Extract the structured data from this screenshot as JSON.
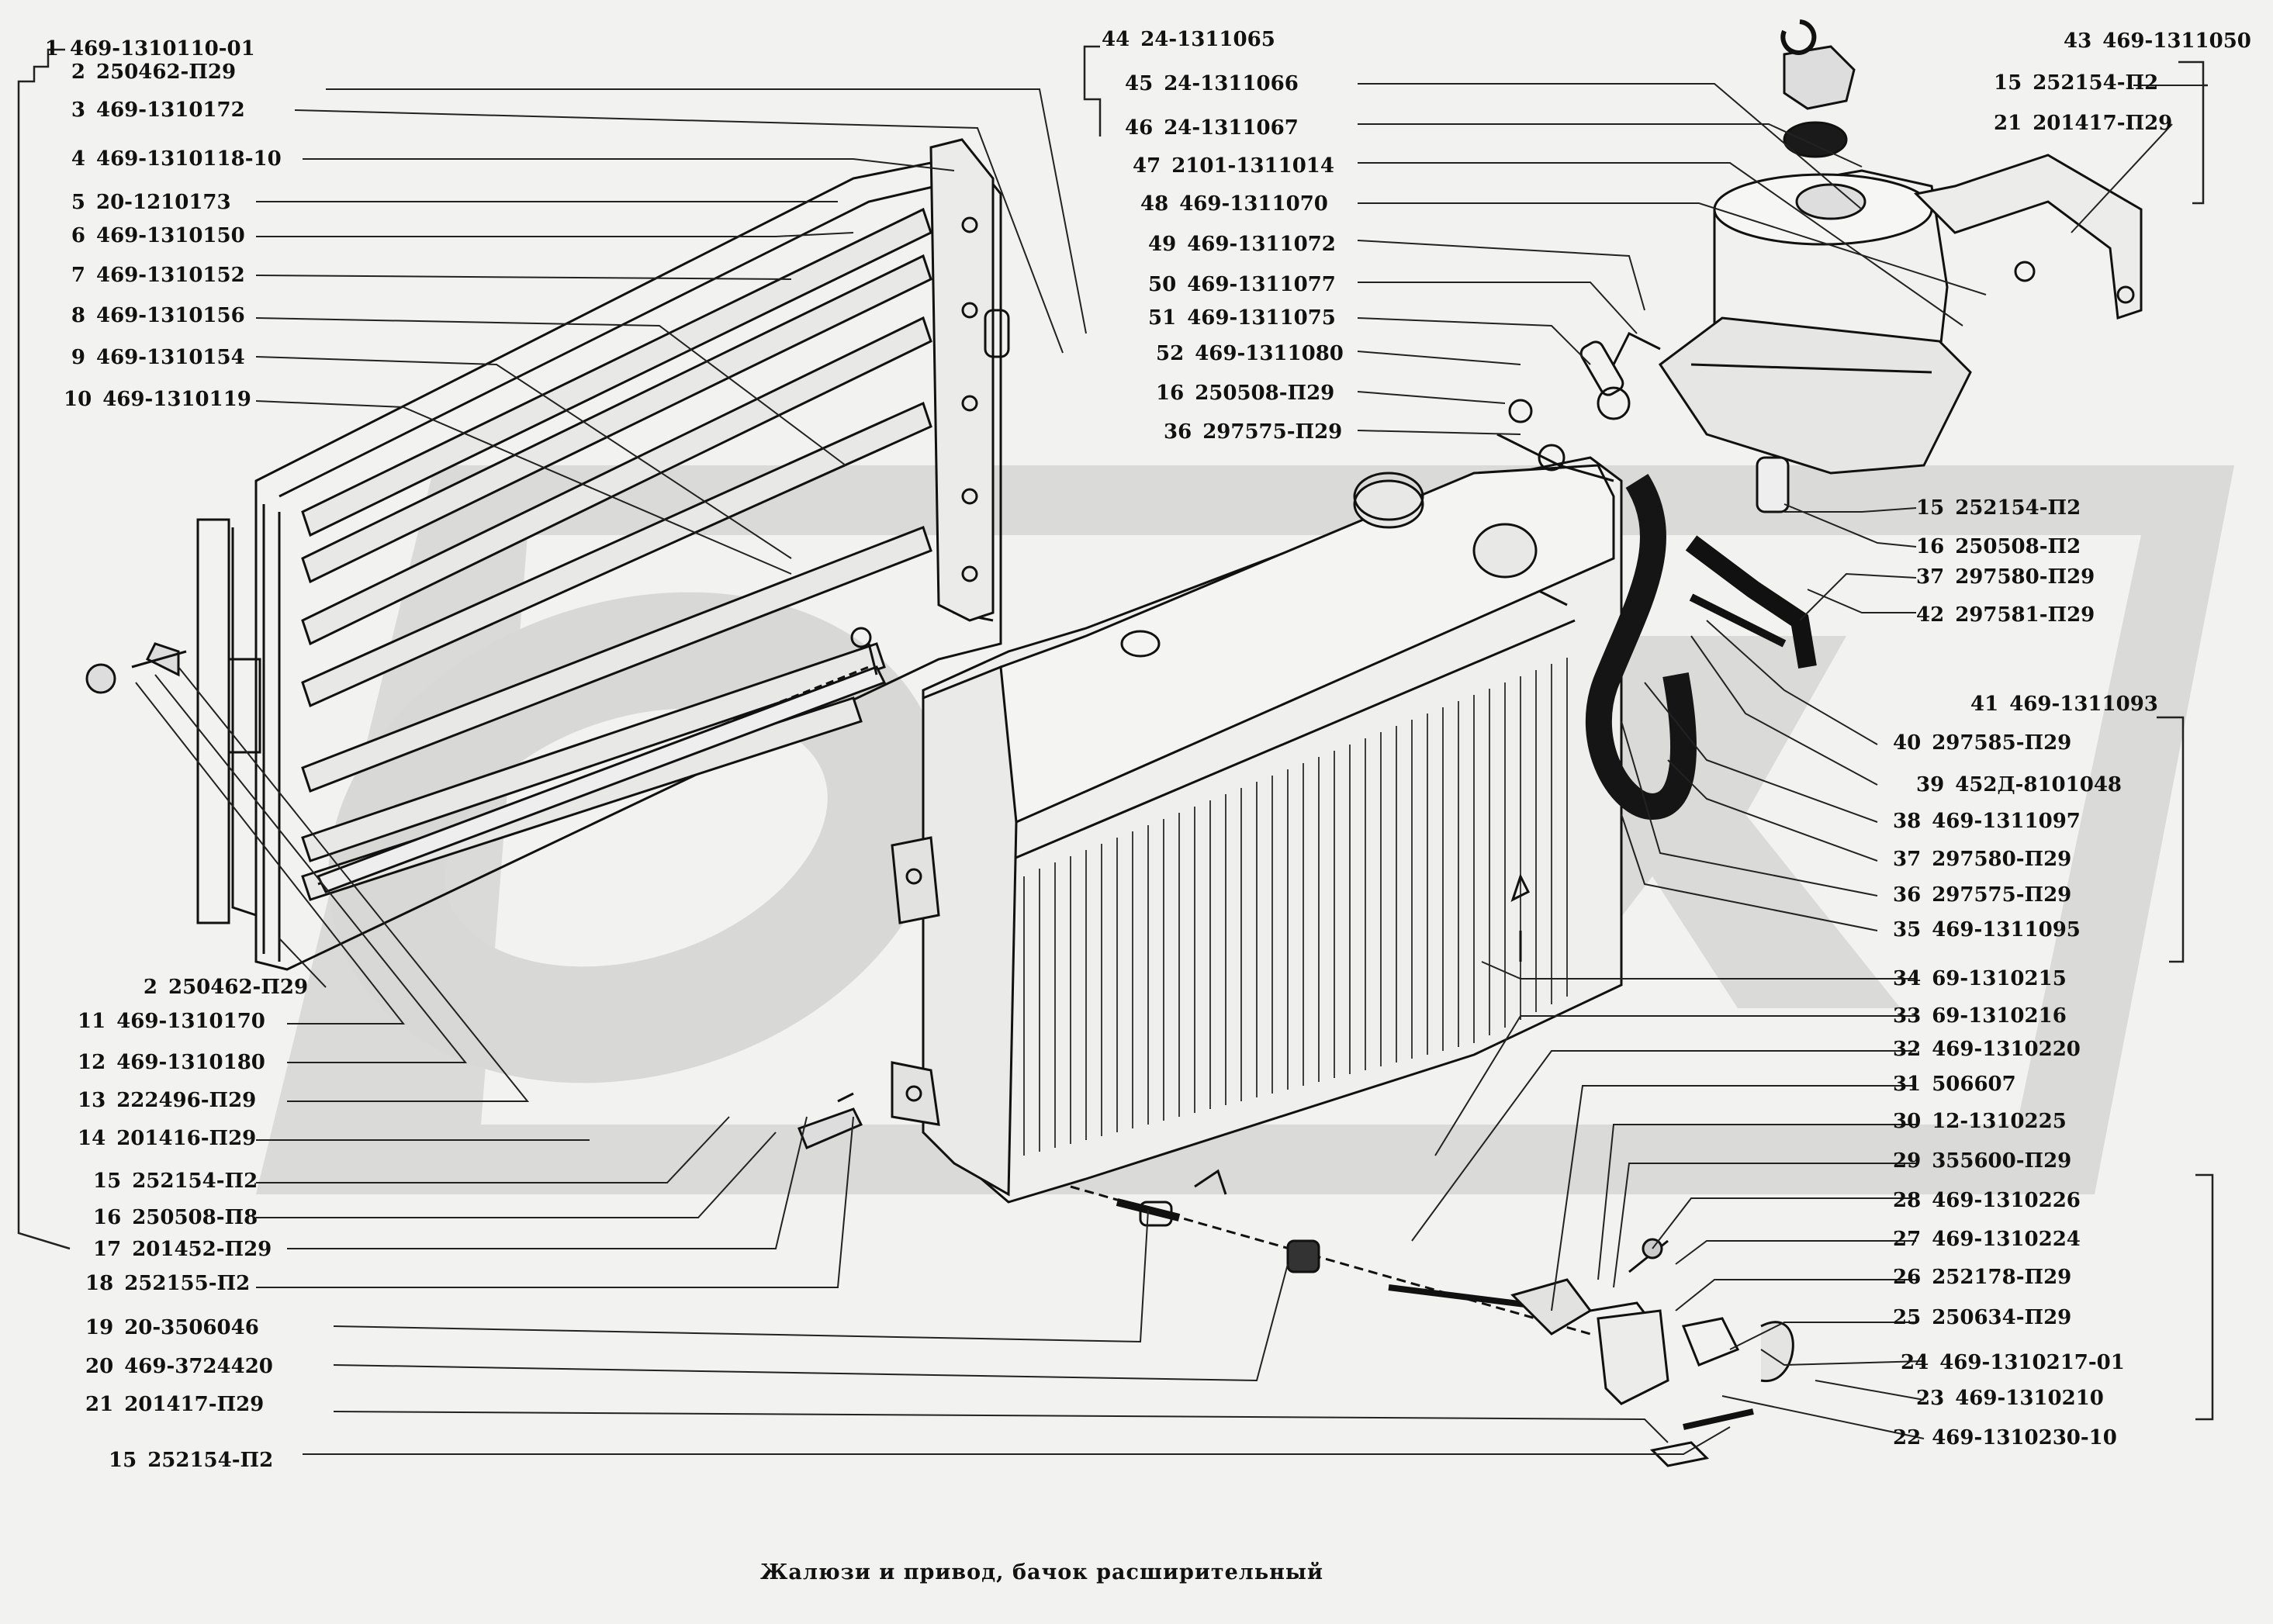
{
  "caption": "Жалюзи и привод, бачок расширительный",
  "labels": [
    {
      "id": "l01",
      "num": "1",
      "part": "469-1310110-01"
    },
    {
      "id": "l02",
      "num": "2",
      "part": "250462-П29"
    },
    {
      "id": "l03",
      "num": "3",
      "part": "469-1310172"
    },
    {
      "id": "l04",
      "num": "4",
      "part": "469-1310118-10"
    },
    {
      "id": "l05",
      "num": "5",
      "part": "20-1210173"
    },
    {
      "id": "l06",
      "num": "6",
      "part": "469-1310150"
    },
    {
      "id": "l07",
      "num": "7",
      "part": "469-1310152"
    },
    {
      "id": "l08",
      "num": "8",
      "part": "469-1310156"
    },
    {
      "id": "l09",
      "num": "9",
      "part": "469-1310154"
    },
    {
      "id": "l10",
      "num": "10",
      "part": "469-1310119"
    },
    {
      "id": "l02b",
      "num": "2",
      "part": "250462-П29"
    },
    {
      "id": "l11",
      "num": "11",
      "part": "469-1310170"
    },
    {
      "id": "l12",
      "num": "12",
      "part": "469-1310180"
    },
    {
      "id": "l13",
      "num": "13",
      "part": "222496-П29"
    },
    {
      "id": "l14",
      "num": "14",
      "part": "201416-П29"
    },
    {
      "id": "l15a",
      "num": "15",
      "part": "252154-П2"
    },
    {
      "id": "l16a",
      "num": "16",
      "part": "250508-П8"
    },
    {
      "id": "l17",
      "num": "17",
      "part": "201452-П29"
    },
    {
      "id": "l18",
      "num": "18",
      "part": "252155-П2"
    },
    {
      "id": "l19",
      "num": "19",
      "part": "20-3506046"
    },
    {
      "id": "l20",
      "num": "20",
      "part": "469-3724420"
    },
    {
      "id": "l21a",
      "num": "21",
      "part": "201417-П29"
    },
    {
      "id": "l15b",
      "num": "15",
      "part": "252154-П2"
    },
    {
      "id": "l44",
      "num": "44",
      "part": "24-1311065"
    },
    {
      "id": "l45",
      "num": "45",
      "part": "24-1311066"
    },
    {
      "id": "l46",
      "num": "46",
      "part": "24-1311067"
    },
    {
      "id": "l47",
      "num": "47",
      "part": "2101-1311014"
    },
    {
      "id": "l48",
      "num": "48",
      "part": "469-1311070"
    },
    {
      "id": "l49",
      "num": "49",
      "part": "469-1311072"
    },
    {
      "id": "l50",
      "num": "50",
      "part": "469-1311077"
    },
    {
      "id": "l51",
      "num": "51",
      "part": "469-1311075"
    },
    {
      "id": "l52",
      "num": "52",
      "part": "469-1311080"
    },
    {
      "id": "l16b",
      "num": "16",
      "part": "250508-П29"
    },
    {
      "id": "l36a",
      "num": "36",
      "part": "297575-П29"
    },
    {
      "id": "l43",
      "num": "43",
      "part": "469-1311050"
    },
    {
      "id": "l15c",
      "num": "15",
      "part": "252154-П2"
    },
    {
      "id": "l21b",
      "num": "21",
      "part": "201417-П29"
    },
    {
      "id": "l15d",
      "num": "15",
      "part": "252154-П2"
    },
    {
      "id": "l16c",
      "num": "16",
      "part": "250508-П2"
    },
    {
      "id": "l37a",
      "num": "37",
      "part": "297580-П29"
    },
    {
      "id": "l42",
      "num": "42",
      "part": "297581-П29"
    },
    {
      "id": "l41",
      "num": "41",
      "part": "469-1311093"
    },
    {
      "id": "l40",
      "num": "40",
      "part": "297585-П29"
    },
    {
      "id": "l39",
      "num": "39",
      "part": "452Д-8101048"
    },
    {
      "id": "l38",
      "num": "38",
      "part": "469-1311097"
    },
    {
      "id": "l37b",
      "num": "37",
      "part": "297580-П29"
    },
    {
      "id": "l36b",
      "num": "36",
      "part": "297575-П29"
    },
    {
      "id": "l35",
      "num": "35",
      "part": "469-1311095"
    },
    {
      "id": "l34",
      "num": "34",
      "part": "69-1310215"
    },
    {
      "id": "l33",
      "num": "33",
      "part": "69-1310216"
    },
    {
      "id": "l32",
      "num": "32",
      "part": "469-1310220"
    },
    {
      "id": "l31",
      "num": "31",
      "part": "506607"
    },
    {
      "id": "l30",
      "num": "30",
      "part": "12-1310225"
    },
    {
      "id": "l29",
      "num": "29",
      "part": "355600-П29"
    },
    {
      "id": "l28",
      "num": "28",
      "part": "469-1310226"
    },
    {
      "id": "l27",
      "num": "27",
      "part": "469-1310224"
    },
    {
      "id": "l26",
      "num": "26",
      "part": "252178-П29"
    },
    {
      "id": "l25",
      "num": "25",
      "part": "250634-П29"
    },
    {
      "id": "l24",
      "num": "24",
      "part": "469-1310217-01"
    },
    {
      "id": "l23",
      "num": "23",
      "part": "469-1310210"
    },
    {
      "id": "l22",
      "num": "22",
      "part": "469-1310230-10"
    }
  ],
  "colors": {
    "ink": "#111111",
    "paper": "#f2f2f0",
    "watermark": "#d4d4d2",
    "hose": "#151515"
  }
}
